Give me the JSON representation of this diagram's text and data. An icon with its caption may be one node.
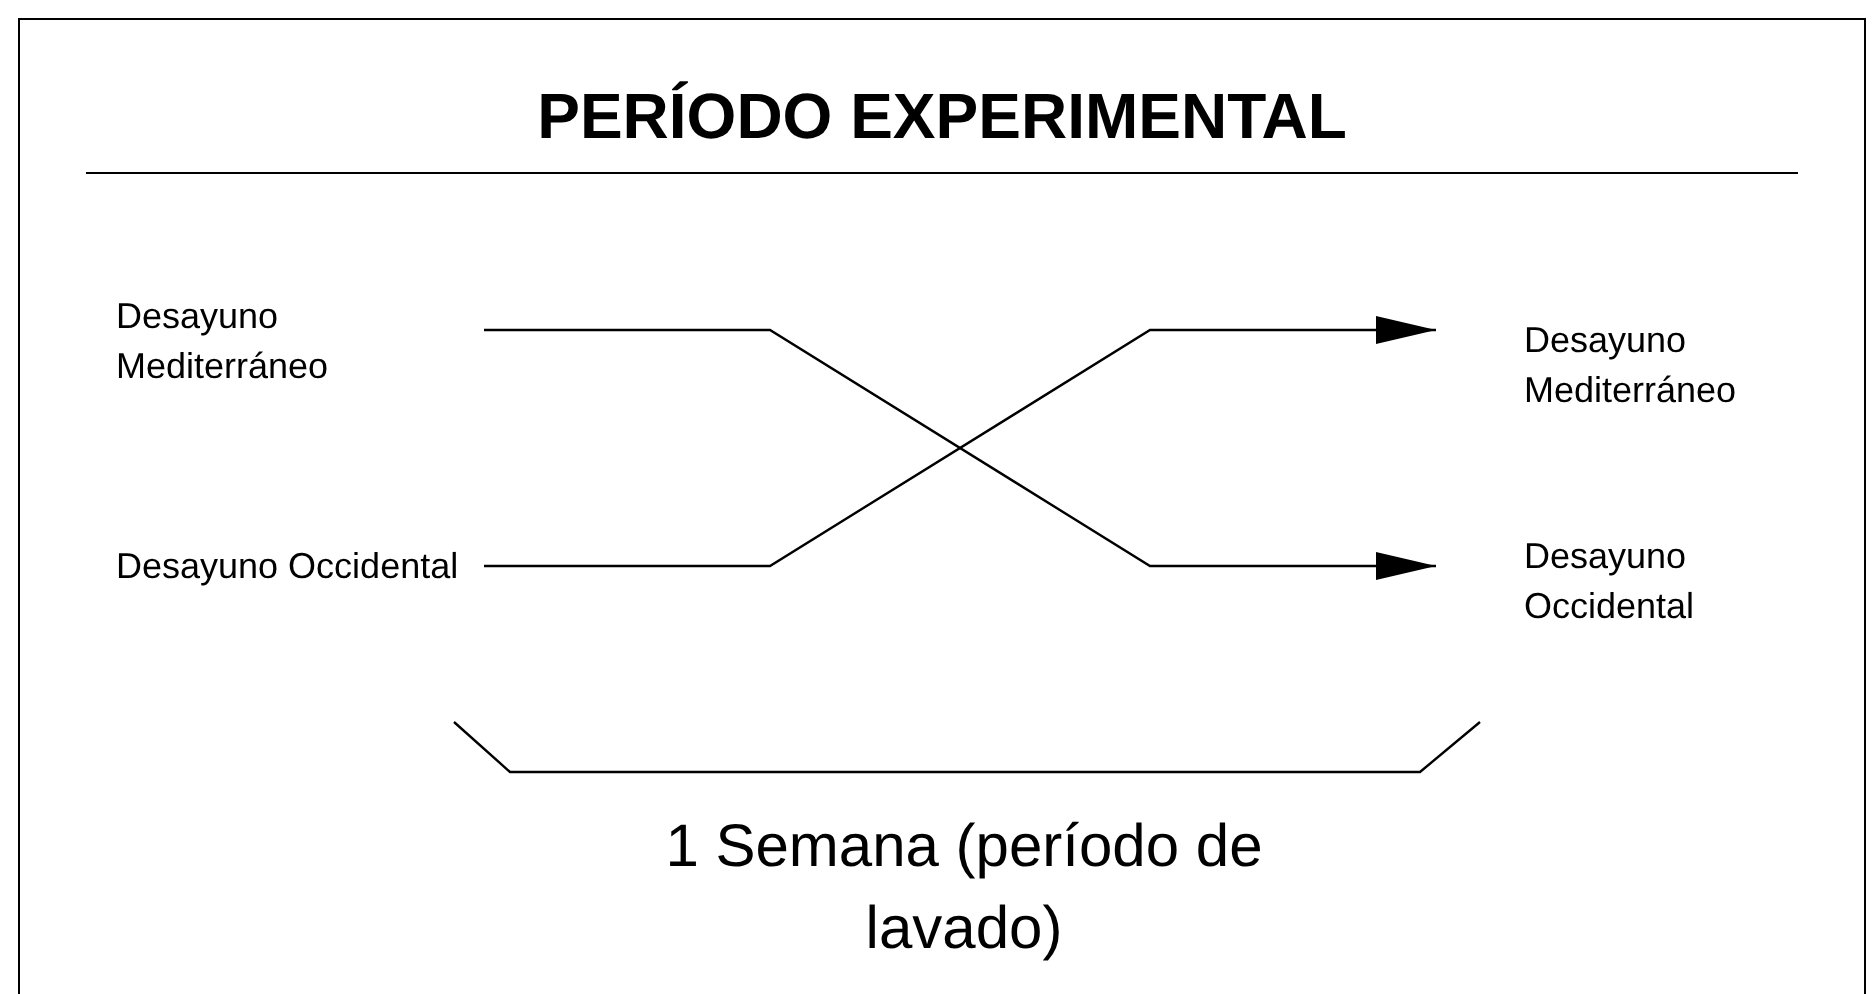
{
  "diagram": {
    "title": "PERÍODO EXPERIMENTAL",
    "nodes": [
      {
        "text": [
          "Desayuno Mediterráneo"
        ]
      },
      {
        "text": [
          "Desayuno Occidental"
        ]
      },
      {
        "text": [
          "Desayuno Mediterráneo"
        ]
      },
      {
        "text": [
          "Desayuno Occidental"
        ]
      }
    ],
    "edges": [
      {
        "from": 0,
        "to": 3,
        "arrow": "to"
      },
      {
        "from": 1,
        "to": 2,
        "arrow": "to"
      }
    ],
    "labels": [
      "1 Semana (período de lavado)"
    ]
  }
}
